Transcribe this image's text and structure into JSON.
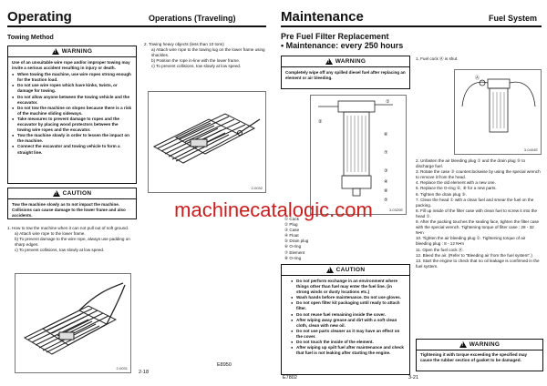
{
  "left": {
    "chapter": "Operating",
    "section": "Operations (Traveling)",
    "subtitle": "Towing Method",
    "warning": {
      "header": "WARNING",
      "intro": "Use of an unsuitable wire rope and/or improper towing may invite a serious accident resulting in injury or death.",
      "bullets": [
        "When towing the machine, use wire ropes strong enough for the traction load.",
        "Do not use wire ropes which have kinks, twists, or damage for towing.",
        "Do not allow anyone between the towing vehicle and the excavator.",
        "Do not tow the machine on slopes because there is a risk of the machine sliding sideways.",
        "Take measures to prevent damage to ropes and the excavator by placing wood protectors between the towing wire ropes and the excavator.",
        "Tow the machine slowly in order to lessen the impact on the machine.",
        "Connect the excavator and towing vehicle to form a straight line."
      ]
    },
    "caution": {
      "header": "CAUTION",
      "text": "Tow the machine slowly as to not impact the machine. Collisions can cause damage to the lower frame and also accidents."
    },
    "step1": {
      "title": "1.  How to tow the machine when it can not pull out of soft ground.",
      "items": [
        "a) Attach wire rope to the lower frame.",
        "b) To prevent damage to the wire rope, always use padding on sharp edges.",
        "c) To prevent collisions, tow slowly at low speed."
      ]
    },
    "step2": {
      "title": "2.  Towing heavy objects (less than 10 tons)",
      "items": [
        "a) Attach wire rope to the towing lug on the lower frame using shackles.",
        "b) Position the rope in-line with the lower frame.",
        "c) To prevent collisions, tow slowly at low speed."
      ]
    },
    "fig1_code": "2-0032",
    "fig2_code": "2-0031",
    "page_number": "2-18",
    "model": "E8950"
  },
  "right": {
    "chapter": "Maintenance",
    "section": "Fuel System",
    "title": "Pre Fuel Filter Replacement",
    "subtitle": "• Maintenance: every 250 hours",
    "warning": {
      "header": "WARNING",
      "text": "Completely wipe off any spilled diesel fuel after replacing an element or air bleeding."
    },
    "fig_code": "3-0320E",
    "fig2_code": "3-0404E",
    "parts": [
      "① Cock",
      "② Plug",
      "③ Case",
      "④ Float",
      "⑤ Drain plug",
      "⑥ O-ring",
      "⑦ Element",
      "⑧ O-ring"
    ],
    "caution": {
      "header": "CAUTION",
      "bullets": [
        "Do not perform exchange in an environment where things other than fuel may enter the fuel line. (in strong winds or dusty locations etc.)",
        "Wash hands before maintenance. Do not use gloves.",
        "Do not open filter kit packaging until ready to attach filter.",
        "Do not reuse fuel remaining inside the cover.",
        "After wiping away grease and dirt with a soft clean cloth, clean with new oil.",
        "Do not use parts cleaner as it may have an effect on the cover.",
        "Do not touch the inside of the element.",
        "After wiping up spilt fuel after maintenance and check that fuel is not leaking after starting the engine."
      ]
    },
    "steps": [
      "1.  Fuel cock Ⓐ is shut.",
      "2.  Unfasten the air bleeding plug ② and the drain plug ⑤ to discharge fuel.",
      "3.  Rotate the case ③ counterclockwise by using the special wrench to remove it from the head.",
      "4.  Replace the old element with a new one.",
      "5.  Replace the O-ring ⑥, ⑧ for a new parts.",
      "6.  Tighten the drain plug ⑤.",
      "7.  Clean the head ① with a clean fuel and smear the fuel on the packing.",
      "8.  Fill up inside of the filter case with clean fuel to screw it into the head ②.",
      "9.  After the packing touches the sealing face, tighten the filter case with the special wrench. Tightening torque of filter case : 28 - 32 N•m",
      "10. Tighten the air bleeding plug ②. Tightening torque of air bleeding plug : 8 - 12 N•m",
      "11. Open the fuel cock Ⓐ.",
      "12. Bleed the air. (Refer to \"Bleeding air from the fuel system\".)",
      "13. Start the engine to check that no oil leakage is confirmed in the fuel system."
    ],
    "warning2": {
      "header": "WARNING",
      "text": "Tightening it with torque exceeding the specified may cause the rubber section of gasket to be damaged."
    },
    "page_number": "3-21",
    "model": "E7802"
  },
  "watermark": "machinecatalogic.com"
}
